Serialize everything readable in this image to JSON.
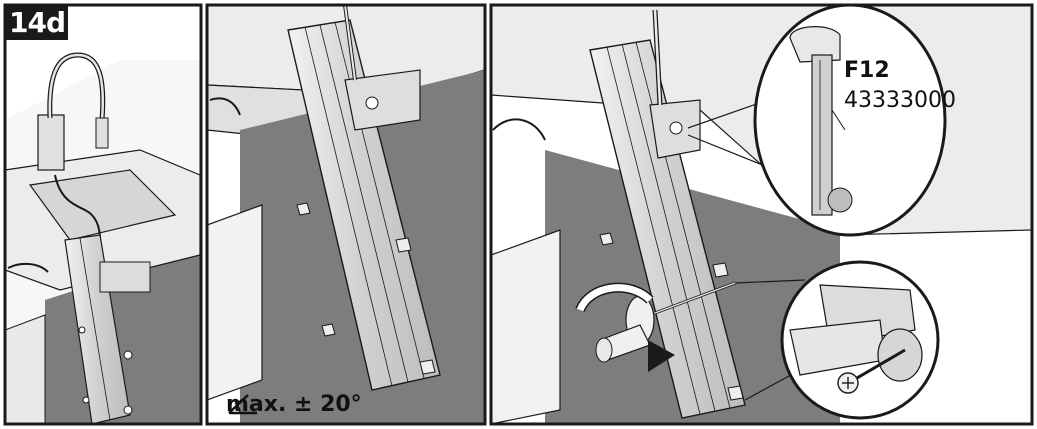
{
  "step": {
    "label": "14d"
  },
  "panel2": {
    "angle_text": "max. ± 20°"
  },
  "panel3": {
    "part_code": "F12",
    "part_number": "43333000"
  },
  "colors": {
    "wall": "#7d7d7d",
    "wall_light": "#8a8a8a",
    "counter": "#e6e6e6",
    "stroke": "#1a1a1a",
    "rail": "#d9d9d9",
    "badge": "#1a1a1a"
  }
}
